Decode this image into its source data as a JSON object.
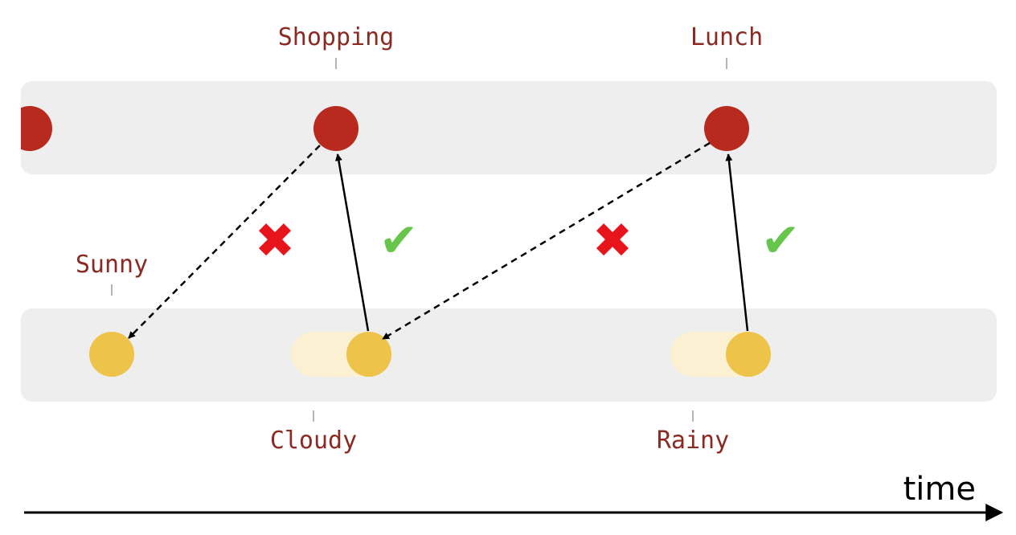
{
  "colors": {
    "track": "#eeeeee",
    "top_dot": "#b8291e",
    "bottom_dot": "#eec34a",
    "bottom_trail": "#fbf0d2",
    "label": "#8b2a22",
    "tick": "#b5b5b5",
    "arrow": "#000000",
    "cross": "#e8141c",
    "check": "#66c54a"
  },
  "top_track": {
    "labels": [
      "Shopping",
      "Lunch"
    ]
  },
  "bottom_track": {
    "labels": [
      "Sunny",
      "Cloudy",
      "Rainy"
    ]
  },
  "marks": {
    "cross_glyph": "✖",
    "check_glyph": "✔"
  },
  "axis": {
    "label": "time"
  }
}
